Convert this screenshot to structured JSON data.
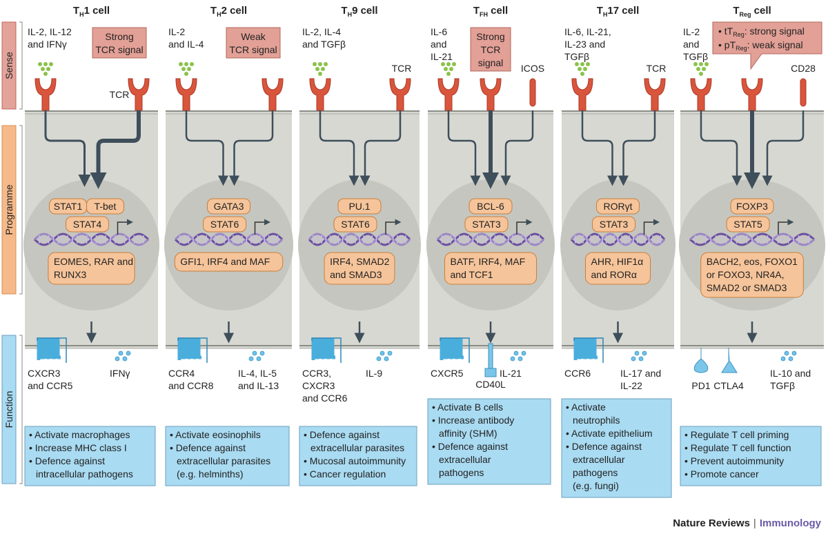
{
  "rows": {
    "sense": "Sense",
    "programme": "Programme",
    "function": "Function"
  },
  "credit": {
    "publisher": "Nature Reviews",
    "separator": "|",
    "journal": "Immunology"
  },
  "columns": [
    {
      "title_main": "T",
      "title_sub": "H",
      "title_rest": "1 cell",
      "cytokine_lines": [
        "IL-2, IL-12",
        "and IFNγ"
      ],
      "signal_lines": [
        "Strong",
        "TCR signal"
      ],
      "receptor_label": "TCR",
      "icos_label": "",
      "arrow_weights": [
        3,
        6
      ],
      "tf_top": [
        "STAT1",
        "T-bet"
      ],
      "tf_mid": "STAT4",
      "tf_bottom": [
        "EOMES, RAR and",
        "RUNX3"
      ],
      "surface_lines": [
        "CXCR3",
        "and CCR5"
      ],
      "secreted_lines": [
        "IFNγ"
      ],
      "extra_label": "",
      "functions": [
        "• Activate macrophages",
        "• Increase MHC class I",
        "• Defence against",
        "  intracellular pathogens"
      ]
    },
    {
      "title_main": "T",
      "title_sub": "H",
      "title_rest": "2 cell",
      "cytokine_lines": [
        "IL-2",
        "and IL-4"
      ],
      "signal_lines": [
        "Weak",
        "TCR signal"
      ],
      "receptor_label": "",
      "icos_label": "",
      "arrow_weights": [
        2.5,
        2.5
      ],
      "tf_top": [
        "GATA3"
      ],
      "tf_mid": "STAT6",
      "tf_bottom": [
        "GFI1, IRF4 and MAF"
      ],
      "surface_lines": [
        "CCR4",
        "and CCR8"
      ],
      "secreted_lines": [
        "IL-4, IL-5",
        "and IL-13"
      ],
      "extra_label": "",
      "functions": [
        "• Activate eosinophils",
        "• Defence against",
        "  extracellular parasites",
        "  (e.g. helminths)"
      ]
    },
    {
      "title_main": "T",
      "title_sub": "H",
      "title_rest": "9 cell",
      "cytokine_lines": [
        "IL-2, IL-4",
        "and TGFβ"
      ],
      "signal_lines": [],
      "receptor_label": "TCR",
      "icos_label": "",
      "arrow_weights": [
        2.5,
        2.5
      ],
      "tf_top": [
        "PU.1"
      ],
      "tf_mid": "STAT6",
      "tf_bottom": [
        "IRF4, SMAD2",
        "and SMAD3"
      ],
      "surface_lines": [
        "CCR3,",
        "CXCR3",
        "and CCR6"
      ],
      "secreted_lines": [
        "IL-9"
      ],
      "extra_label": "",
      "functions": [
        "• Defence against",
        "  extracellular parasites",
        "• Mucosal autoimmunity",
        "• Cancer regulation"
      ]
    },
    {
      "title_main": "T",
      "title_sub": "FH",
      "title_rest": " cell",
      "cytokine_lines": [
        "IL-6",
        "and",
        "IL-21"
      ],
      "signal_lines": [
        "Strong",
        "TCR",
        "signal"
      ],
      "receptor_label": "",
      "icos_label": "ICOS",
      "arrow_weights": [
        2.5,
        6,
        2.5
      ],
      "tf_top": [
        "BCL-6"
      ],
      "tf_mid": "STAT3",
      "tf_bottom": [
        "BATF, IRF4, MAF",
        "and TCF1"
      ],
      "surface_lines": [
        "CXCR5"
      ],
      "secreted_lines": [
        "IL-21"
      ],
      "extra_label": "CD40L",
      "functions": [
        "• Activate B cells",
        "• Increase antibody",
        "  affinity (SHM)",
        "• Defence against",
        "  extracellular",
        "  pathogens"
      ]
    },
    {
      "title_main": "T",
      "title_sub": "H",
      "title_rest": "17 cell",
      "cytokine_lines": [
        "IL-6, IL-21,",
        "IL-23 and",
        "TGFβ"
      ],
      "signal_lines": [],
      "receptor_label": "TCR",
      "icos_label": "",
      "arrow_weights": [
        2.5,
        2.5
      ],
      "tf_top": [
        "RORγt"
      ],
      "tf_mid": "STAT3",
      "tf_bottom": [
        "AHR, HIF1α",
        "and RORα"
      ],
      "surface_lines": [
        "CCR6"
      ],
      "secreted_lines": [
        "IL-17 and",
        "IL-22"
      ],
      "extra_label": "",
      "functions": [
        "• Activate",
        "  neutrophils",
        "• Activate epithelium",
        "• Defence against",
        "  extracellular",
        "  pathogens",
        "  (e.g. fungi)"
      ]
    },
    {
      "title_main": "T",
      "title_sub": "Reg",
      "title_rest": " cell",
      "cytokine_lines": [
        "IL-2",
        "and",
        "TGFβ"
      ],
      "signal_lines": [
        "• tT",
        "Reg",
        ": strong signal",
        "• pT",
        "Reg",
        ": weak signal"
      ],
      "receptor_label": "",
      "icos_label": "CD28",
      "arrow_weights": [
        2.5,
        6,
        2.5
      ],
      "tf_top": [
        "FOXP3"
      ],
      "tf_mid": "STAT5",
      "tf_bottom": [
        "BACH2, eos, FOXO1",
        "or FOXO3, NR4A,",
        "SMAD2 or SMAD3"
      ],
      "surface_lines": [
        "PD1",
        "CTLA4"
      ],
      "secreted_lines": [
        "IL-10 and",
        "TGFβ"
      ],
      "extra_label": "",
      "functions": [
        "• Regulate T cell priming",
        "• Regulate T cell function",
        "• Prevent autoimmunity",
        "• Promote cancer"
      ]
    }
  ],
  "colors": {
    "panel": "#d7d8d2",
    "nucleus": "#c5c6bf",
    "receptor": "#d9553b",
    "cytokine": "#8bc24a",
    "signal_box": "#e2a096",
    "tf_box": "#f6c49a",
    "tf_border": "#c77f3c",
    "function_box": "#a9dbf2",
    "function_border": "#6b9fbf",
    "blue_receptor": "#4aaedc",
    "arrow": "#3e4e5a",
    "label_box": "#e3a395"
  }
}
